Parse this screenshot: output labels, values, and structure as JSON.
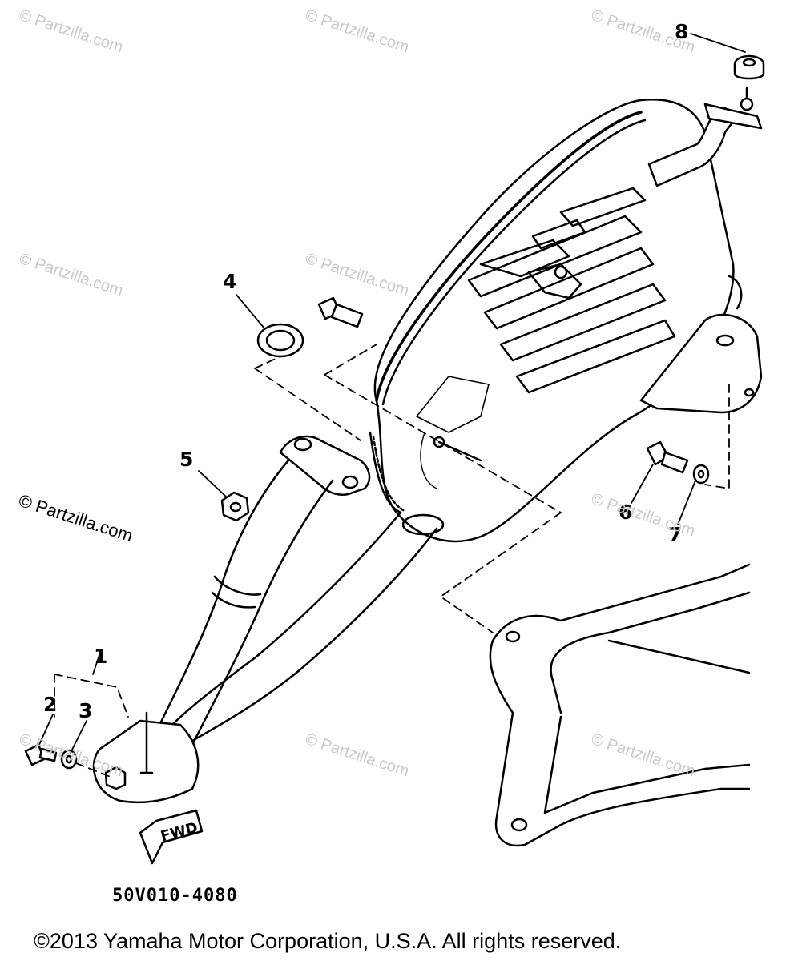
{
  "watermarks": [
    "© Partzilla.com",
    "© Partzilla.com",
    "© Partzilla.com",
    "© Partzilla.com",
    "© Partzilla.com",
    "© Partzilla.com",
    "© Partzilla.com",
    "© Partzilla.com",
    "© Partzilla.com"
  ],
  "side_watermark": "© Partzilla.com",
  "callouts": [
    "1",
    "2",
    "3",
    "4",
    "5",
    "6",
    "7",
    "8"
  ],
  "fwd_label": "FWD",
  "diagram_code": "50V010-4080",
  "copyright": "©2013  Yamaha Motor Corporation, U.S.A. All rights reserved.",
  "colors": {
    "line": "#000000",
    "watermark": "#c9c9c9",
    "background": "#ffffff"
  }
}
